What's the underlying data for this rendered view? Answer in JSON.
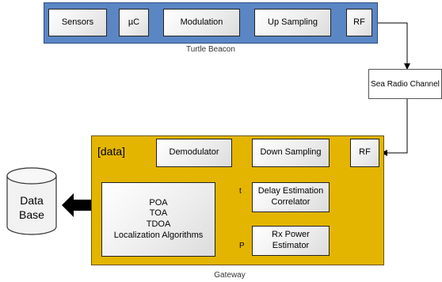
{
  "beacon": {
    "caption": "Turtle Beacon",
    "blocks": {
      "sensors": "Sensors",
      "uc": "µC",
      "modulation": "Modulation",
      "upsampling": "Up Sampling",
      "rf": "RF"
    }
  },
  "channel": {
    "label": "Sea Radio Channel"
  },
  "gateway": {
    "caption": "Gateway",
    "data_label": "[data]",
    "blocks": {
      "rf": "RF",
      "downsampling": "Down Sampling",
      "demodulator": "Demodulator",
      "delay_line1": "Delay Estimation",
      "delay_line2": "Correlator",
      "rxpower_line1": "Rx Power",
      "rxpower_line2": "Estimator",
      "loc_line1": "POA",
      "loc_line2": "TOA",
      "loc_line3": "TDOA",
      "loc_line4": "Localization Algorithms"
    },
    "t_label": "t",
    "p_label": "P"
  },
  "database": {
    "line1": "Data",
    "line2": "Base"
  },
  "colors": {
    "beacon_panel": "#5b86c4",
    "gateway_panel": "#e3b500",
    "block_fill": "#ececec"
  }
}
